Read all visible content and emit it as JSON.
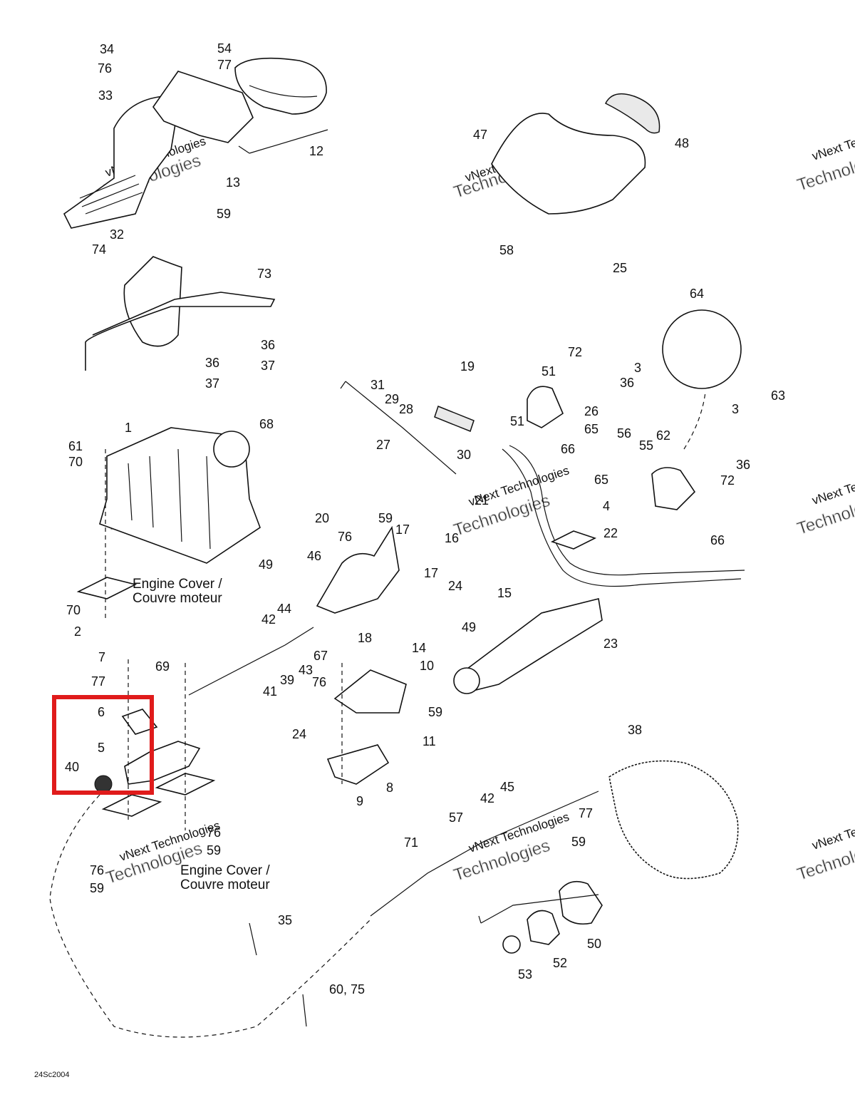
{
  "diagram_code": "24Sc2004",
  "highlight_color": "#e01b1b",
  "watermark": {
    "line1": "vNext Technologies",
    "line2": "Technologies"
  },
  "notes": {
    "engine_cover_1": "Engine Cover /",
    "engine_cover_2": "Couvre moteur"
  },
  "callouts": [
    "34",
    "76",
    "54",
    "77",
    "33",
    "12",
    "13",
    "59",
    "47",
    "48",
    "32",
    "74",
    "73",
    "36",
    "36",
    "37",
    "37",
    "58",
    "25",
    "64",
    "63",
    "19",
    "51",
    "72",
    "3",
    "31",
    "29",
    "28",
    "26",
    "36",
    "51",
    "65",
    "66",
    "30",
    "27",
    "61",
    "70",
    "1",
    "68",
    "3",
    "56",
    "55",
    "62",
    "36",
    "65",
    "72",
    "21",
    "4",
    "22",
    "66",
    "20",
    "59",
    "17",
    "76",
    "16",
    "49",
    "46",
    "17",
    "24",
    "70",
    "2",
    "15",
    "44",
    "42",
    "18",
    "49",
    "14",
    "23",
    "7",
    "69",
    "67",
    "10",
    "43",
    "39",
    "77",
    "41",
    "76",
    "59",
    "6",
    "24",
    "11",
    "5",
    "40",
    "8",
    "9",
    "38",
    "45",
    "42",
    "77",
    "76",
    "57",
    "59",
    "59",
    "71",
    "76",
    "59",
    "35",
    "50",
    "52",
    "53",
    "60, 75"
  ]
}
